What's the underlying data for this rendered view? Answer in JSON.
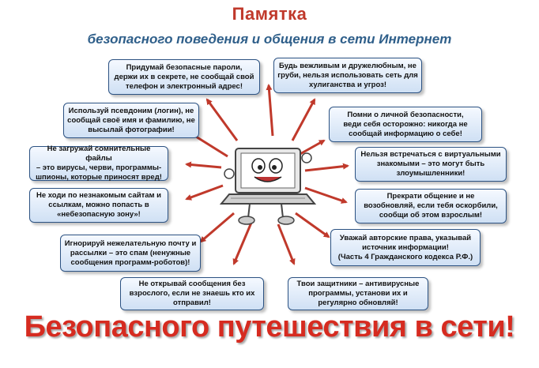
{
  "header": {
    "title": "Памятка",
    "subtitle": "безопасного поведения и общения в сети Интернет"
  },
  "tips": [
    "Придумай безопасные пароли,\nдержи их в секрете, не сообщай свой\nтелефон и электронный адрес!",
    "Будь вежливым и дружелюбным, не\nгруби, нельзя использовать сеть для\nхулиганства и угроз!",
    "Используй псевдоним (логин), не\nсообщай своё имя и фамилию, не\nвысылай фотографии!",
    "Помни о личной безопасности,\nведи себя осторожно: никогда не\nсообщай информацию о себе!",
    "Не загружай сомнительные файлы\n– это вирусы, черви, программы-\nшпионы, которые приносят вред!",
    "Нельзя встречаться с виртуальными\nзнакомыми – это могут быть\nзлоумышленники!",
    "Не ходи по незнакомым сайтам и\nссылкам, можно попасть в\n«небезопасную зону»!",
    "Прекрати общение и не\nвозобновляй, если тебя оскорбили,\nсообщи об этом взрослым!",
    "Игнорируй нежелательную почту и\nрассылки – это спам (ненужные\nсообщения программ-роботов)!",
    "Уважай авторские  права, указывай\nисточник информации!\n(Часть 4 Гражданского кодекса Р.Ф.)",
    "Не открывай сообщения без\nвзрослого, если не знаешь кто их\nотправил!",
    "Твои защитники – антивирусные\nпрограммы, установи их и\nрегулярно обновляй!"
  ],
  "footer": {
    "slogan": "Безопасного путешествия в сети!"
  },
  "colors": {
    "title": "#c0392b",
    "subtitle": "#2f5f8a",
    "arrow": "#c0392b",
    "box_border": "#2c5282",
    "slogan": "#d62b20"
  }
}
